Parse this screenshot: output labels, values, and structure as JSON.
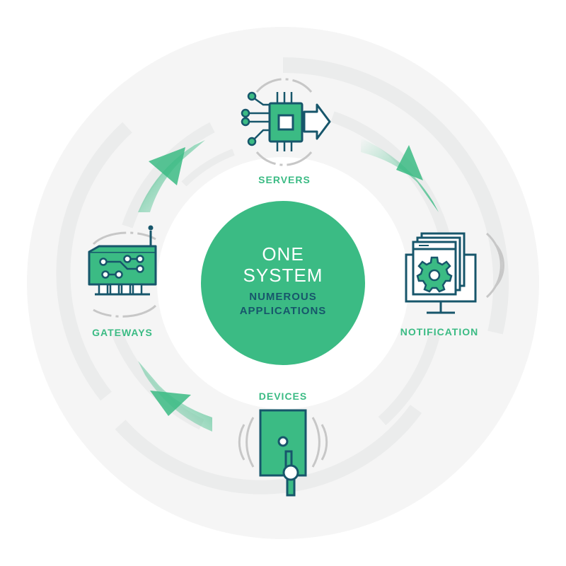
{
  "center": {
    "line1": "ONE",
    "line2": "SYSTEM",
    "sub1": "NUMEROUS",
    "sub2": "APPLICATIONS"
  },
  "nodes": {
    "servers": {
      "label": "SERVERS",
      "icon": "processor-chip-icon"
    },
    "notification": {
      "label": "NOTIFICATION",
      "icon": "monitor-gear-icon"
    },
    "devices": {
      "label": "DEVICES",
      "icon": "door-sensor-icon"
    },
    "gateways": {
      "label": "GATEWAYS",
      "icon": "circuit-board-icon"
    }
  },
  "colors": {
    "accent": "#3bbb84",
    "dark": "#17566b",
    "ring_light": "#f5f5f5",
    "ring_arc": "#ebecec",
    "halo": "#c7c7c7"
  }
}
